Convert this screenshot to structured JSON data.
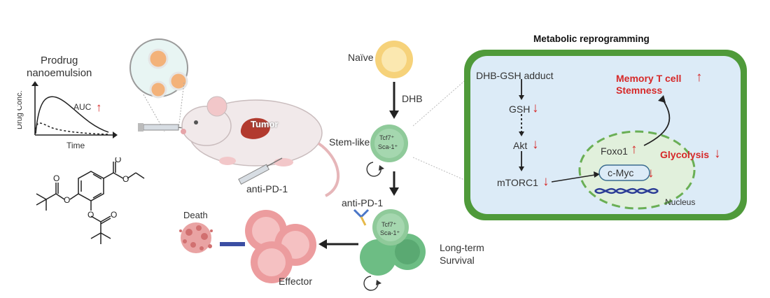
{
  "prodrug": {
    "title_line1": "Prodrug",
    "title_line2": "nanoemulsion",
    "ylabel": "Drug Conc.",
    "xlabel": "Time",
    "auc_label": "AUC",
    "auc_arrow": "↑"
  },
  "mouse": {
    "tumor_label": "Tumor",
    "treatment_label": "anti-PD-1"
  },
  "cells": {
    "naive_label": "Naïve",
    "dhb_label": "DHB",
    "stem_like_label": "Stem-like",
    "marker1": "Tcf7⁺",
    "marker2": "Sca-1⁺",
    "anti_pd1_label": "anti-PD-1",
    "long_term_line1": "Long-term",
    "long_term_line2": "Survival",
    "effector_label": "Effector",
    "death_label": "Death"
  },
  "panel": {
    "title": "Metabolic reprogramming",
    "adduct": "DHB-GSH adduct",
    "gsh": "GSH",
    "akt": "Akt",
    "mtorc1": "mTORC1",
    "foxo1": "Foxo1",
    "cmyc": "c-Myc",
    "nucleus": "Nucleus",
    "memory_line1": "Memory T cell",
    "memory_line2": "Stemness",
    "glycolysis": "Glycolysis",
    "up_arrow": "↑",
    "down_arrow": "↓"
  },
  "colors": {
    "panel_border": "#4f9a3a",
    "panel_fill": "#dcebf7",
    "cell_green": "#8fca9a",
    "highlight_red": "#d62828",
    "effector_pink": "#ec9c9e",
    "naive_yellow": "#f6d27a"
  }
}
